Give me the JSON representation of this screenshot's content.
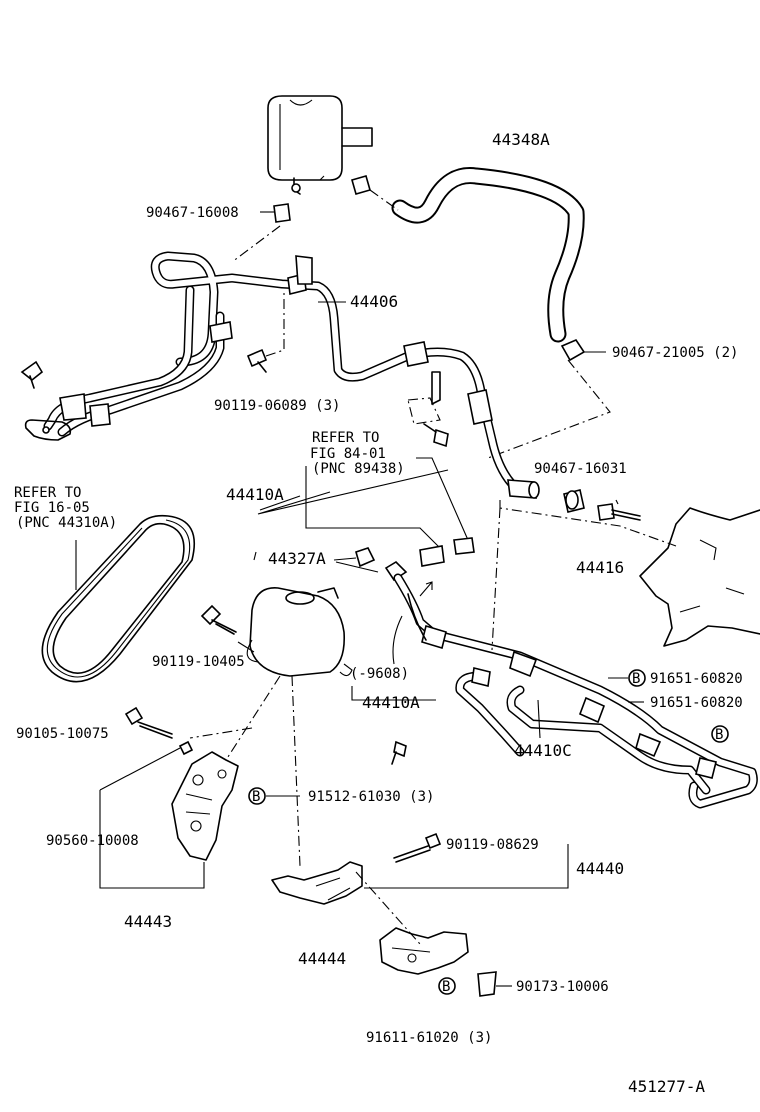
{
  "figure_code": "451277-A",
  "labels": {
    "p44348a": "44348A",
    "p90467_16008": "90467-16008",
    "p44406": "44406",
    "p90467_21005": "90467-21005 (2)",
    "p90119_06089": "90119-06089 (3)",
    "refer_fig84_l1": "REFER TO",
    "refer_fig84_l2": "FIG 84-01",
    "refer_fig84_l3": "(PNC 89438)",
    "p90467_16031": "90467-16031",
    "refer_fig16_l1": "REFER TO",
    "refer_fig16_l2": "FIG 16-05",
    "refer_fig16_l3": "(PNC 44310A)",
    "p44410a_top": "44410A",
    "p44327a": "44327A",
    "p44416": "44416",
    "p90119_10405": "90119-10405",
    "range_9608": "(-9608)",
    "p44410a_mid": "44410A",
    "p91651_60820_a": "91651-60820",
    "p91651_60820_b": "91651-60820",
    "p90105_10075": "90105-10075",
    "p44410c": "44410C",
    "p91512_61030": "91512-61030 (3)",
    "p90560_10008": "90560-10008",
    "p90119_08629": "90119-08629",
    "p44440": "44440",
    "p44443": "44443",
    "p44444": "44444",
    "p90173_10006": "90173-10006",
    "p91611_61020": "91611-61020 (3)",
    "b_mark": "B"
  }
}
